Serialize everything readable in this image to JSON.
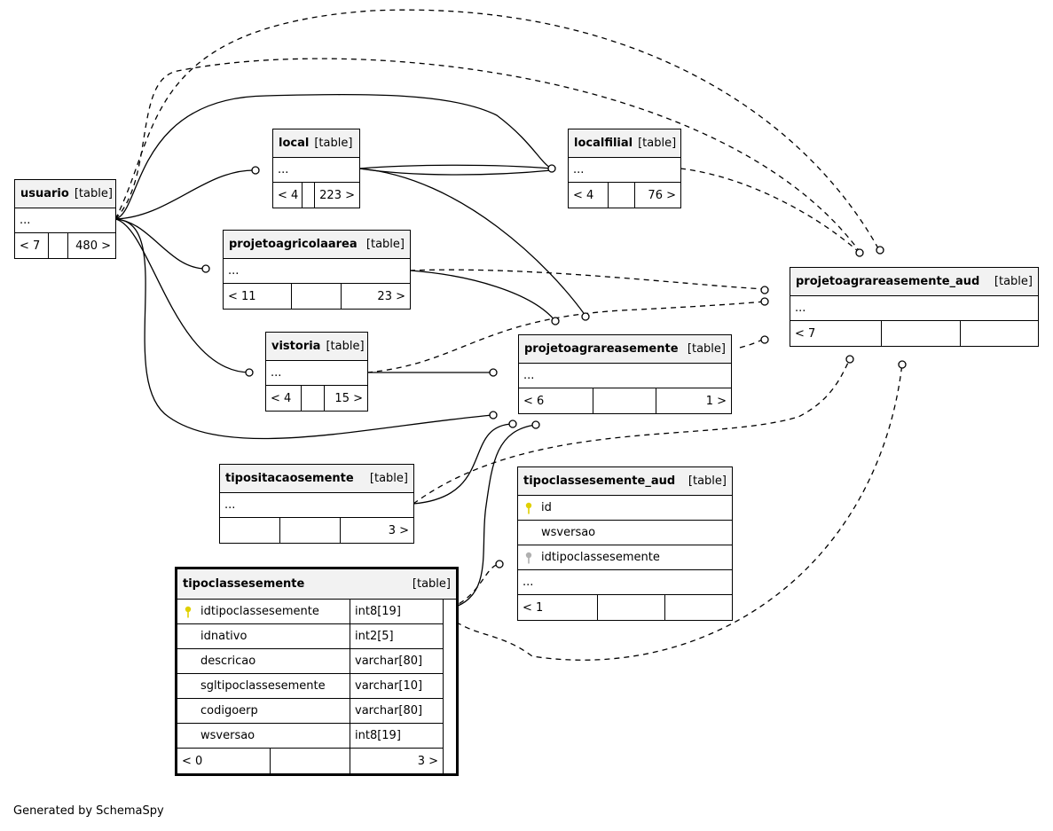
{
  "footer": "Generated by SchemaSpy",
  "tables": {
    "usuario": {
      "name": "usuario",
      "kind": "[table]",
      "body": "...",
      "left": "< 7",
      "right": "480 >"
    },
    "local": {
      "name": "local",
      "kind": "[table]",
      "body": "...",
      "left": "< 4",
      "right": "223 >"
    },
    "localfilial": {
      "name": "localfilial",
      "kind": "[table]",
      "body": "...",
      "left": "< 4",
      "right": "76 >"
    },
    "projetoagricolaarea": {
      "name": "projetoagricolaarea",
      "kind": "[table]",
      "body": "...",
      "left": "< 11",
      "right": "23 >"
    },
    "vistoria": {
      "name": "vistoria",
      "kind": "[table]",
      "body": "...",
      "left": "< 4",
      "right": "15 >"
    },
    "projetoagrareasemente": {
      "name": "projetoagrareasemente",
      "kind": "[table]",
      "body": "...",
      "left": "< 6",
      "right": "1 >"
    },
    "projetoagrareasemente_aud": {
      "name": "projetoagrareasemente_aud",
      "kind": "[table]",
      "body": "...",
      "left": "< 7",
      "right": ""
    },
    "tipositacaosemente": {
      "name": "tipositacaosemente",
      "kind": "[table]",
      "body": "...",
      "left": "",
      "right": "3 >"
    },
    "tipoclassesemente_aud": {
      "name": "tipoclassesemente_aud",
      "kind": "[table]",
      "columns": [
        {
          "name": "id",
          "key": "primary"
        },
        {
          "name": "wsversao",
          "key": "none"
        },
        {
          "name": "idtipoclassesemente",
          "key": "foreign"
        }
      ],
      "body": "...",
      "left": "< 1",
      "right": ""
    },
    "tipoclassesemente": {
      "name": "tipoclassesemente",
      "kind": "[table]",
      "columns": [
        {
          "name": "idtipoclassesemente",
          "type": "int8[19]",
          "key": "primary"
        },
        {
          "name": "idnativo",
          "type": "int2[5]",
          "key": "none"
        },
        {
          "name": "descricao",
          "type": "varchar[80]",
          "key": "none"
        },
        {
          "name": "sgltipoclassesemente",
          "type": "varchar[10]",
          "key": "none"
        },
        {
          "name": "codigoerp",
          "type": "varchar[80]",
          "key": "none"
        },
        {
          "name": "wsversao",
          "type": "int8[19]",
          "key": "none"
        }
      ],
      "left": "< 0",
      "right": "3 >"
    }
  },
  "colors": {
    "primary_key": "#e0d000",
    "foreign_key": "#b0b0b0",
    "header_bg": "#f2f2f2"
  }
}
